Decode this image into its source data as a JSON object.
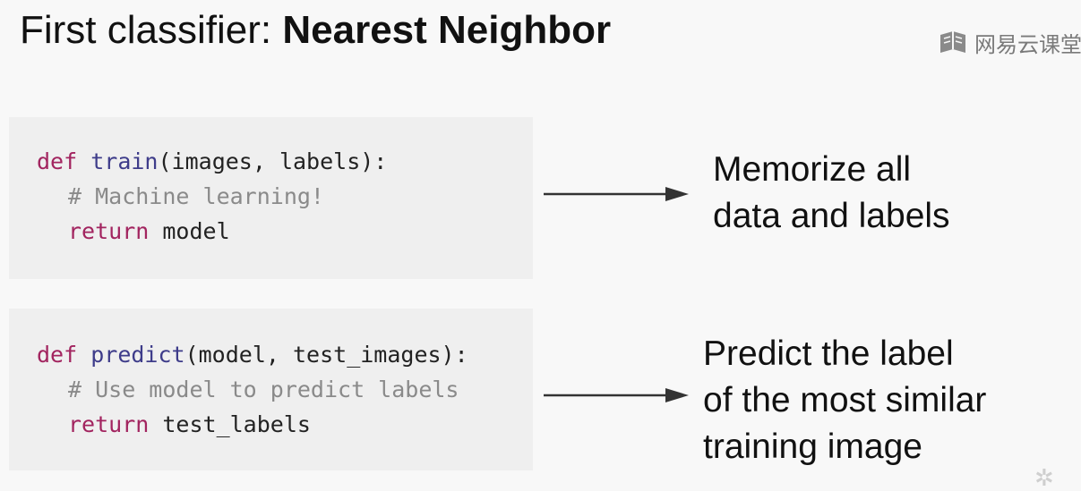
{
  "title": {
    "regular": "First classifier: ",
    "bold": "Nearest Neighbor"
  },
  "watermark": {
    "text": "网易云课堂",
    "icon": "book-icon"
  },
  "train_block": {
    "line1": {
      "keyword": "def",
      "function": "train",
      "args": "(images, labels):"
    },
    "line2": "# Machine learning!",
    "line3": {
      "keyword": "return",
      "rest": " model"
    }
  },
  "predict_block": {
    "line1": {
      "keyword": "def",
      "function": "predict",
      "args": "(model, test_images):"
    },
    "line2": "# Use model to predict labels",
    "line3": {
      "keyword": "return",
      "rest": " test_labels"
    }
  },
  "train_description": [
    "Memorize all",
    "data and labels"
  ],
  "predict_description": [
    "Predict the label",
    "of the most similar",
    "training image"
  ],
  "colors": {
    "keyword": "#a2245f",
    "function": "#3e3c8a",
    "comment": "#8a8a8a",
    "code_background": "#efefef",
    "arrow": "#333333"
  },
  "corner_icon": "sparkle-icon"
}
